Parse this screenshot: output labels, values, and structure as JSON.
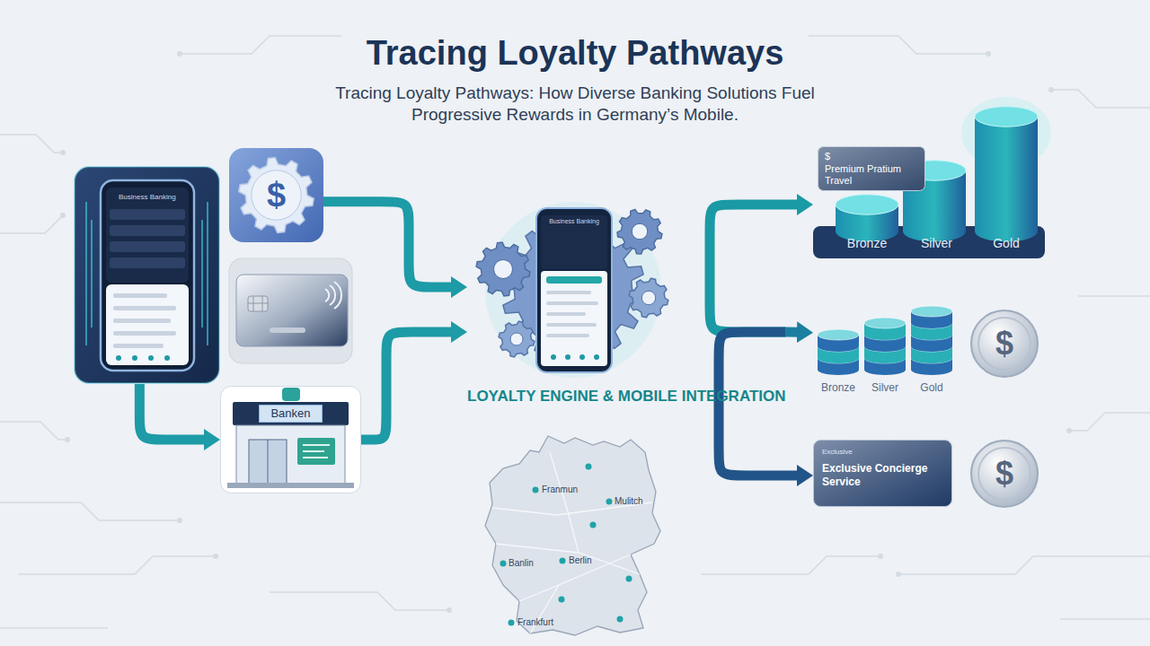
{
  "diagram": {
    "title": "Tracing Loyalty Pathways",
    "nodes": [
      {
        "text": [
          "Business Banking"
        ]
      },
      {
        "text": [
          "$"
        ]
      },
      {
        "text": [
          "Banken"
        ]
      },
      {
        "text": [
          "Business Banking",
          "LOYALTY ENGINE & MOBILE INTEGRATION"
        ]
      },
      {
        "text": [
          "Bronze",
          "Silver",
          "Gold"
        ]
      },
      {
        "text": [
          "$",
          "Premium Pratium Travel"
        ],
        "in": 4
      },
      {
        "text": [
          "Bronze",
          "Silver",
          "Gold"
        ]
      },
      {
        "text": [
          "Exclusive",
          "Exclusive Concierge Service"
        ]
      }
    ],
    "edges": [
      {
        "from": 1,
        "to": 3,
        "arrow": "to"
      },
      {
        "from": 0,
        "to": 2,
        "arrow": "to"
      },
      {
        "from": 2,
        "to": 3,
        "arrow": "to"
      },
      {
        "from": 3,
        "to": 4,
        "arrow": "to"
      },
      {
        "from": 3,
        "to": 6,
        "arrow": "to"
      },
      {
        "from": 3,
        "to": 7,
        "arrow": "to"
      }
    ],
    "labels": [
      "Tracing Loyalty Pathways: How Diverse Banking Solutions Fuel Progressive Rewards in Germany’s Mobile.",
      "$",
      "$",
      "Franmun",
      "Mulitch",
      "Berlin",
      "Banlin",
      "Frankfurt"
    ]
  }
}
